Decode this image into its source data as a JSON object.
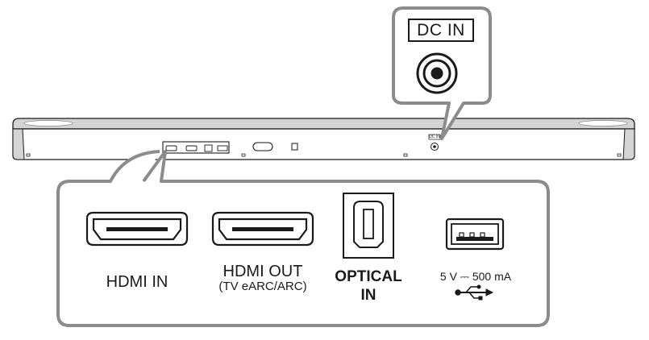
{
  "callout_top": {
    "label": "DC IN"
  },
  "soundbar": {
    "dc_label": "DC IN"
  },
  "ports": [
    {
      "label": "HDMI IN"
    },
    {
      "label": "HDMI OUT",
      "sublabel": "(TV eARC/ARC)"
    },
    {
      "label_line1": "OPTICAL",
      "label_line2": "IN"
    },
    {
      "label": "5 V ⎓ 500 mA",
      "icon": "usb-icon"
    }
  ],
  "colors": {
    "callout_border": "#8c8c8c",
    "line": "#1a1a1a",
    "body_fill": "#ffffff",
    "bar_top": "#d4d4d4"
  }
}
